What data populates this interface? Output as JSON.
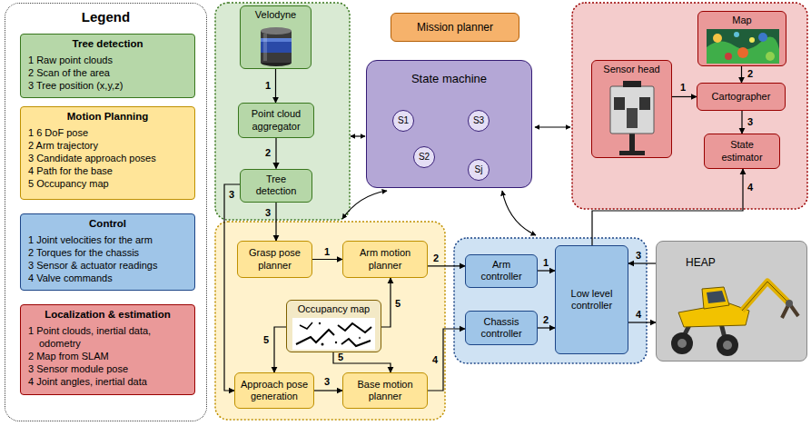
{
  "diagram": {
    "nodes": [
      {
        "text": [
          "Legend"
        ]
      },
      {
        "text": [
          "Tree detection",
          "1 Raw point clouds",
          "2 Scan of the area",
          "3 Tree position (x,y,z)"
        ],
        "in": 0
      },
      {
        "text": [
          "Motion Planning",
          "1 6 DoF pose",
          "2 Arm trajectory",
          "3 Candidate approach poses",
          "4 Path for the base",
          "5 Occupancy map"
        ],
        "in": 0
      },
      {
        "text": [
          "Control",
          "1 Joint velocities for the arm",
          "2 Torques for the chassis",
          "3 Sensor & actuator readings",
          "4 Valve commands"
        ],
        "in": 0
      },
      {
        "text": [
          "Localization & estimation",
          "1 Point clouds, inertial data, odometry",
          "2 Map from SLAM",
          "3 Sensor module pose",
          "4 Joint angles, inertial data"
        ],
        "in": 0
      },
      {
        "text": [
          "Velodyne"
        ]
      },
      {
        "text": [
          "Point cloud aggregator"
        ]
      },
      {
        "text": [
          "Tree detection"
        ]
      },
      {
        "text": [
          "Mission planner"
        ]
      },
      {
        "text": [
          "State machine"
        ]
      },
      {
        "text": [
          "S1"
        ],
        "in": 9
      },
      {
        "text": [
          "S3"
        ],
        "in": 9
      },
      {
        "text": [
          "S2"
        ],
        "in": 9
      },
      {
        "text": [
          "Sj"
        ],
        "in": 9
      },
      {
        "text": [
          "Map"
        ]
      },
      {
        "text": [
          "Sensor head"
        ]
      },
      {
        "text": [
          "Cartographer"
        ]
      },
      {
        "text": [
          "State estimator"
        ]
      },
      {
        "text": [
          "Grasp pose planner"
        ]
      },
      {
        "text": [
          "Arm motion planner"
        ]
      },
      {
        "text": [
          "Occupancy map"
        ]
      },
      {
        "text": [
          "Approach pose generation"
        ]
      },
      {
        "text": [
          "Base motion planner"
        ]
      },
      {
        "text": [
          "Arm controller"
        ]
      },
      {
        "text": [
          "Chassis controller"
        ]
      },
      {
        "text": [
          "Low level controller"
        ]
      },
      {
        "text": [
          "HEAP"
        ]
      }
    ],
    "edges": [
      {
        "from": 5,
        "to": 6,
        "arrow": "to",
        "label": "1"
      },
      {
        "from": 6,
        "to": 7,
        "arrow": "to",
        "label": "2"
      },
      {
        "from": 7,
        "to": 18,
        "arrow": "to",
        "label": "3"
      },
      {
        "from": 7,
        "to": 21,
        "arrow": "to",
        "label": "3"
      },
      {
        "from": 10,
        "to": 11,
        "arrow": "to"
      },
      {
        "from": 11,
        "to": 13,
        "arrow": "to"
      },
      {
        "from": 13,
        "to": 12,
        "arrow": "to"
      },
      {
        "from": 12,
        "to": 10,
        "arrow": "to"
      },
      {
        "from": 10,
        "to": 13,
        "arrow": "to"
      },
      {
        "from": 11,
        "to": 12,
        "arrow": "to"
      },
      {
        "from": 15,
        "to": 16,
        "arrow": "to",
        "label": "1"
      },
      {
        "from": 14,
        "to": 16,
        "arrow": "to",
        "label": "2"
      },
      {
        "from": 16,
        "to": 17,
        "arrow": "to",
        "label": "3"
      },
      {
        "from": 18,
        "to": 19,
        "arrow": "to",
        "label": "1"
      },
      {
        "from": 19,
        "to": 23,
        "arrow": "to",
        "label": "2"
      },
      {
        "from": 20,
        "to": 19,
        "arrow": "to",
        "label": "5"
      },
      {
        "from": 20,
        "to": 21,
        "arrow": "to",
        "label": "5"
      },
      {
        "from": 20,
        "to": 22,
        "arrow": "to",
        "label": "5"
      },
      {
        "from": 21,
        "to": 22,
        "arrow": "to",
        "label": "3"
      },
      {
        "from": 22,
        "to": 24,
        "arrow": "to",
        "label": "4"
      },
      {
        "from": 23,
        "to": 25,
        "arrow": "to",
        "label": "1"
      },
      {
        "from": 24,
        "to": 25,
        "arrow": "to",
        "label": "2"
      },
      {
        "from": 26,
        "to": 25,
        "arrow": "to",
        "label": "3"
      },
      {
        "from": 25,
        "to": 26,
        "arrow": "to",
        "label": "4"
      },
      {
        "from": 25,
        "to": 17,
        "arrow": "to",
        "label": "4"
      }
    ]
  }
}
